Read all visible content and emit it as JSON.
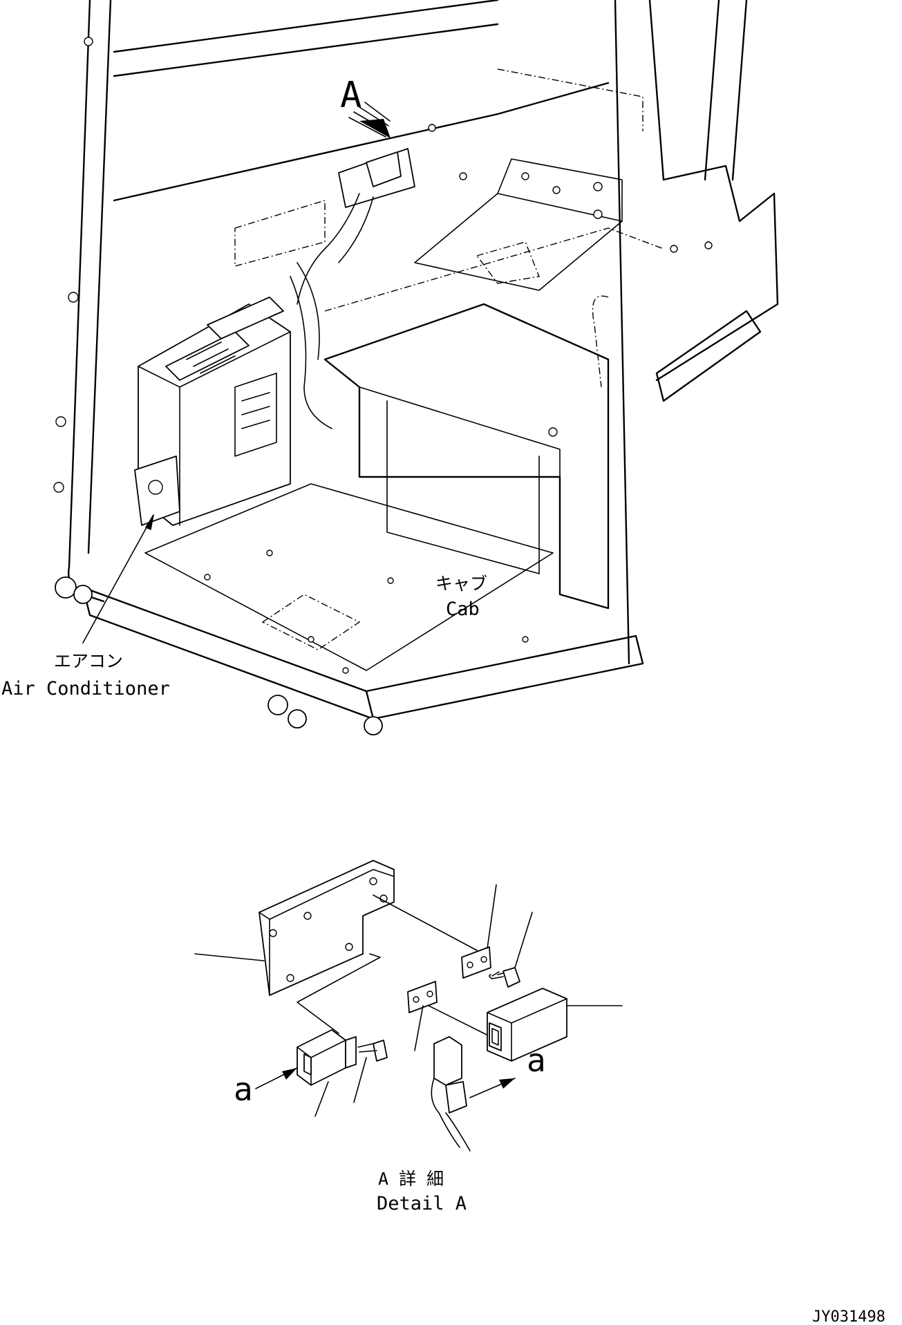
{
  "labels": {
    "view_letter": "A",
    "cab_ja": "キャブ",
    "cab_en": "Cab",
    "ac_ja": "エアコン",
    "ac_en": "Air Conditioner",
    "detail_ja": "A 詳 細",
    "detail_en": "Detail A",
    "connector_a_left": "a",
    "connector_a_right": "a",
    "drawing_id": "JY031498"
  }
}
